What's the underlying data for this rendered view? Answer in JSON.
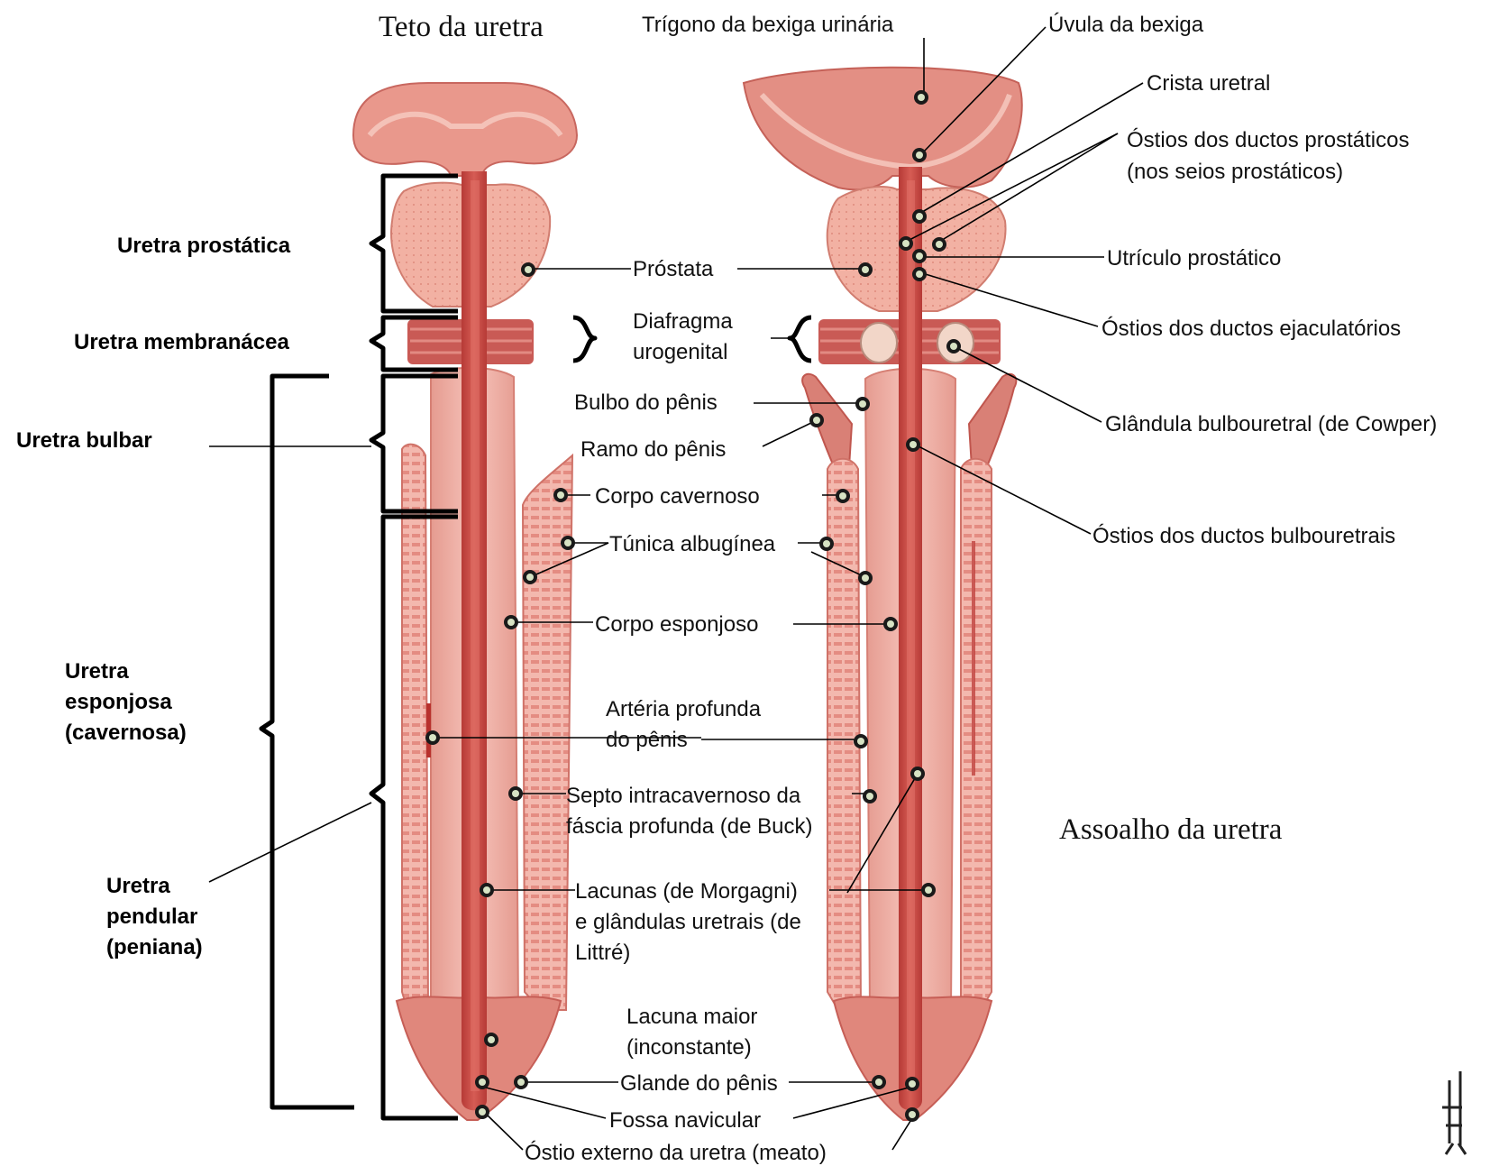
{
  "headings": {
    "roof": "Teto da uretra",
    "floor": "Assoalho da uretra"
  },
  "regions": {
    "prostatic": "Uretra prostática",
    "membranous": "Uretra membranácea",
    "bulbar": "Uretra bulbar",
    "spongy": [
      "Uretra",
      "esponjosa",
      "(cavernosa)"
    ],
    "pendular": [
      "Uretra",
      "pendular",
      "(peniana)"
    ]
  },
  "labels": {
    "trigone": "Trígono da bexiga urinária",
    "uvula": "Úvula da bexiga",
    "crest": "Crista uretral",
    "prostatic_ducts": [
      "Óstios dos ductos prostáticos",
      "(nos seios prostáticos)"
    ],
    "utricle": "Utrículo prostático",
    "ejaculatory_ducts": "Óstios dos ductos ejaculatórios",
    "prostate": "Próstata",
    "urogenital_diaphragm": [
      "Diafragma",
      "urogenital"
    ],
    "bulbourethral_gland": "Glândula bulbouretral (de Cowper)",
    "penile_bulb": "Bulbo do pênis",
    "crus": "Ramo do pênis",
    "corpus_cavernosum": "Corpo cavernoso",
    "bulbourethral_ducts": "Óstios dos ductos bulbouretrais",
    "tunica_albuginea": "Túnica albugínea",
    "corpus_spongiosum": "Corpo esponjoso",
    "deep_artery": [
      "Artéria profunda",
      "do pênis"
    ],
    "septum": [
      "Septo intracavernoso da",
      "fáscia profunda (de Buck)"
    ],
    "lacunae": [
      "Lacunas (de Morgagni)",
      "e glândulas uretrais (de",
      "Littré)"
    ],
    "major_lacuna": [
      "Lacuna maior",
      "(inconstante)"
    ],
    "glans": "Glande do pênis",
    "navicular_fossa": "Fossa navicular",
    "external_orifice": "Óstio externo da uretra (meato)"
  },
  "colors": {
    "tissue_light": "#f0aaa0",
    "tissue_mid": "#df7f74",
    "urethra_dark": "#c5453f",
    "muscle": "#c95a55",
    "marker_fill": "#d7e3c4"
  }
}
